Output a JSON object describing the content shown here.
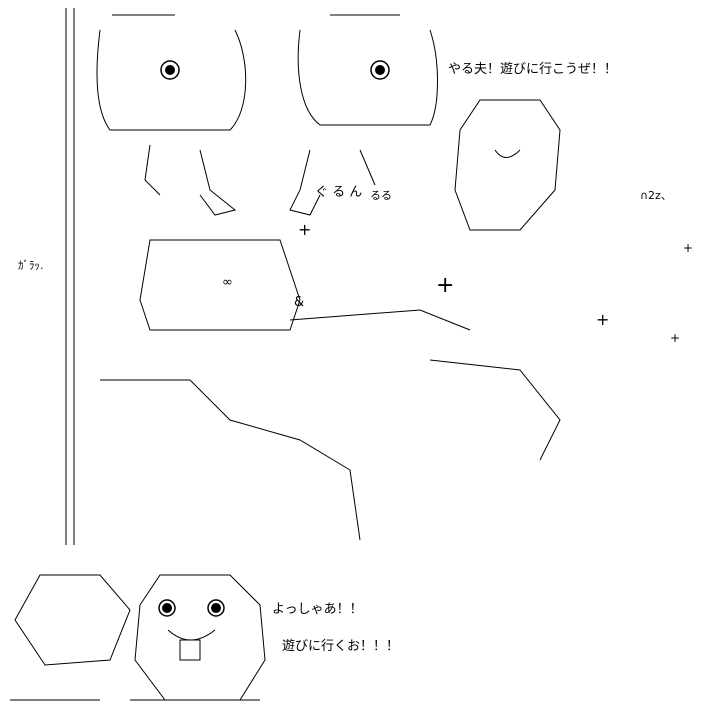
{
  "texts": {
    "line1": "やる夫！遊びに行こうぜ！！",
    "sfx_open": "ｶﾞﾗｯ.",
    "sfx_roll": "ぐ る ん",
    "sfx_ru": "るる",
    "sfx_n2z": "∩2z、",
    "yoshya": "よっしゃあ！！",
    "ikuo": "遊びに行くお！！！"
  },
  "icons": {
    "eye": "eye-icon",
    "plus": "plus-sign",
    "infinity": "∞",
    "ampersand": "&"
  },
  "colors": {
    "ink": "#000000",
    "paper": "#ffffff"
  }
}
